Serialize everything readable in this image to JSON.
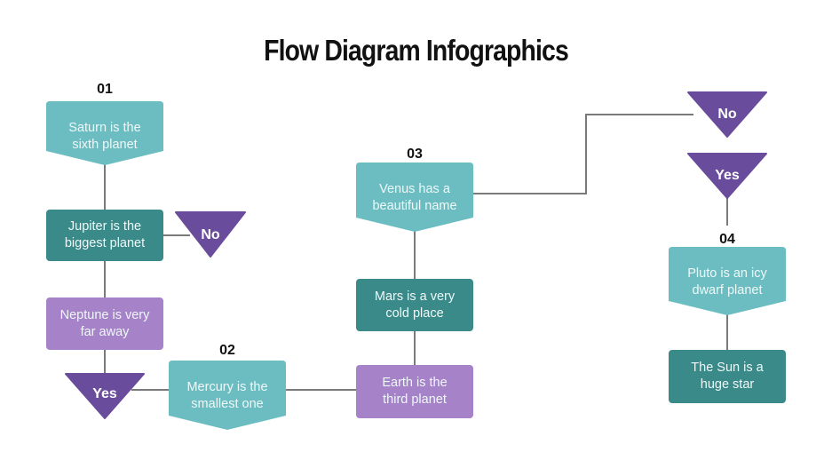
{
  "title": "Flow Diagram Infographics",
  "colors": {
    "light_teal": "#6bbdc1",
    "dark_teal": "#3a8a89",
    "lavender": "#a682c8",
    "purple": "#6a4c9c",
    "connector": "#7a7a7a"
  },
  "steps": [
    {
      "number": "01",
      "text_line1": "Saturn is the",
      "text_line2": "sixth planet"
    },
    {
      "number": "02",
      "text_line1": "Mercury is the",
      "text_line2": "smallest one"
    },
    {
      "number": "03",
      "text_line1": "Venus has a",
      "text_line2": "beautiful name"
    },
    {
      "number": "04",
      "text_line1": "Pluto is an icy",
      "text_line2": "dwarf planet"
    }
  ],
  "boxes": {
    "jupiter": {
      "line1": "Jupiter is the",
      "line2": "biggest planet"
    },
    "neptune": {
      "line1": "Neptune is very",
      "line2": "far away"
    },
    "mars": {
      "line1": "Mars is a very",
      "line2": "cold place"
    },
    "earth": {
      "line1": "Earth is the",
      "line2": "third planet"
    },
    "sun": {
      "line1": "The Sun is a",
      "line2": "huge star"
    }
  },
  "decisions": {
    "no_left": "No",
    "yes_left": "Yes",
    "no_right": "No",
    "yes_right": "Yes"
  }
}
